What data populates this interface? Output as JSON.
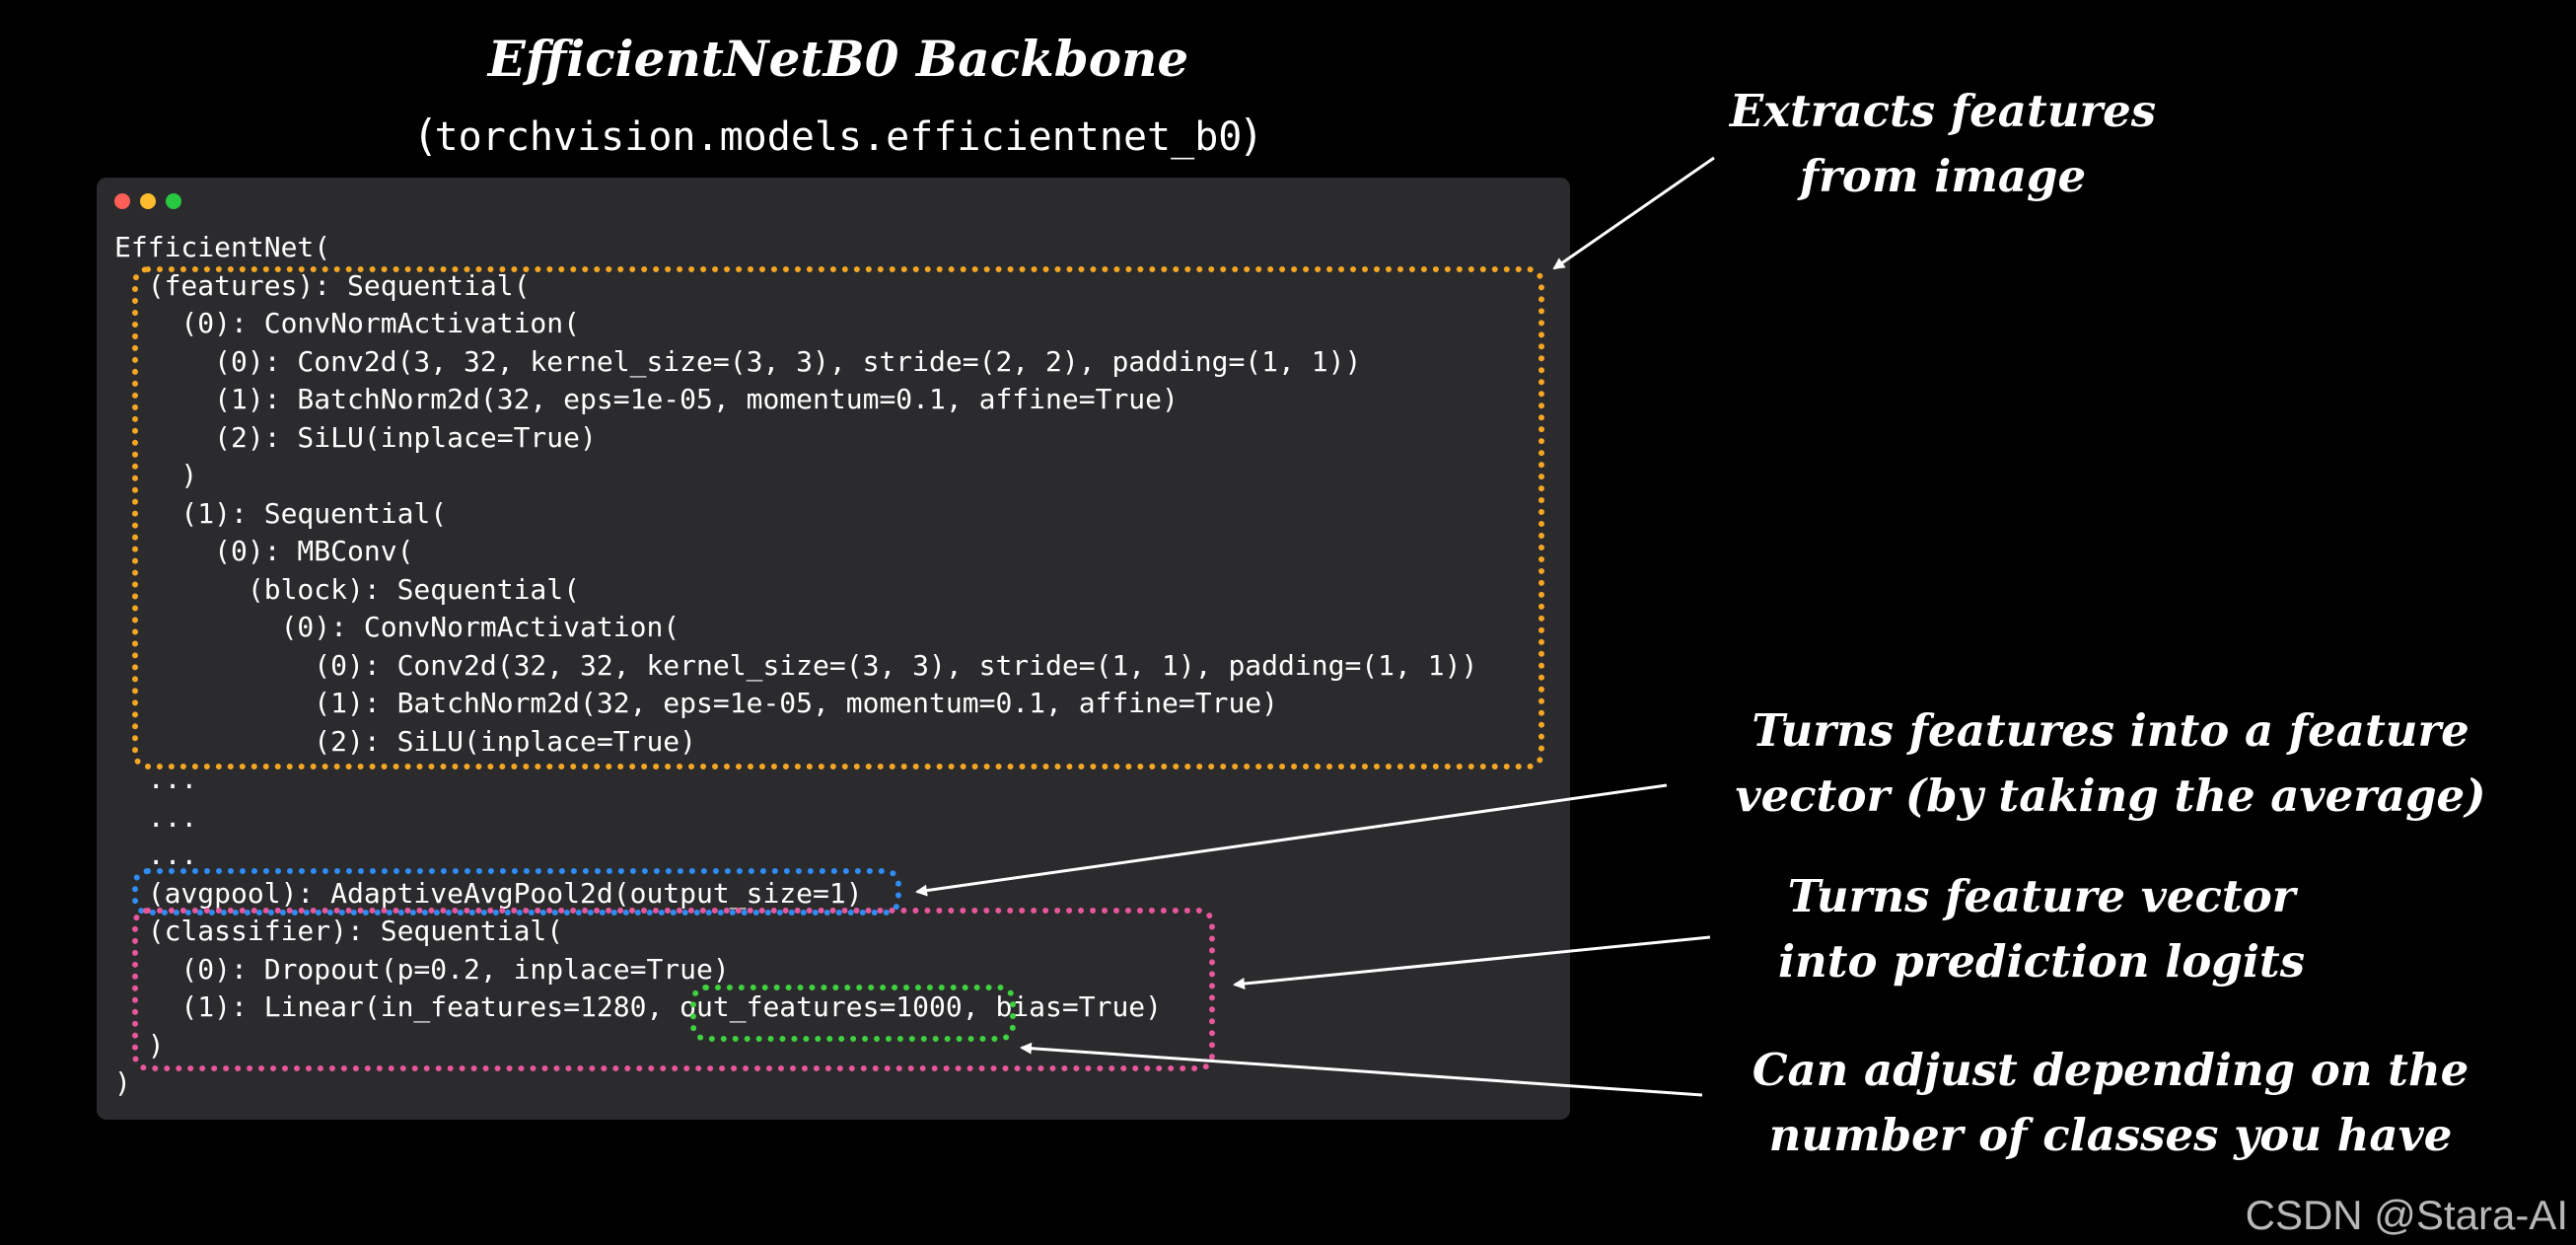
{
  "title": "EfficientNetB0 Backbone",
  "subtitle": {
    "open": "(",
    "module": "torchvision.models.efficientnet_b0",
    "close": ")"
  },
  "window_controls": [
    "#ff5f57",
    "#febc2e",
    "#28c840"
  ],
  "code_lines": [
    "EfficientNet(",
    "  (features): Sequential(",
    "    (0): ConvNormActivation(",
    "      (0): Conv2d(3, 32, kernel_size=(3, 3), stride=(2, 2), padding=(1, 1))",
    "      (1): BatchNorm2d(32, eps=1e-05, momentum=0.1, affine=True)",
    "      (2): SiLU(inplace=True)",
    "    )",
    "    (1): Sequential(",
    "      (0): MBConv(",
    "        (block): Sequential(",
    "          (0): ConvNormActivation(",
    "            (0): Conv2d(32, 32, kernel_size=(3, 3), stride=(1, 1), padding=(1, 1))",
    "            (1): BatchNorm2d(32, eps=1e-05, momentum=0.1, affine=True)",
    "            (2): SiLU(inplace=True)",
    "  ...",
    "  ...",
    "  ...",
    "  (avgpool): AdaptiveAvgPool2d(output_size=1)",
    "  (classifier): Sequential(",
    "    (0): Dropout(p=0.2, inplace=True)",
    "    (1): Linear(in_features=1280, out_features=1000, bias=True)",
    "  )",
    ")"
  ],
  "highlight_colors": {
    "features": "#f5a623",
    "avgpool": "#2f8df5",
    "classifier": "#e8579b",
    "out_features": "#3fd13f"
  },
  "annotations": {
    "features": [
      "Extracts features",
      "from image"
    ],
    "avgpool": [
      "Turns features into a feature",
      "vector (by taking the average)"
    ],
    "classifier": [
      "Turns feature vector",
      "into prediction logits"
    ],
    "out_features": [
      "Can adjust depending on the",
      "number of classes you have"
    ]
  },
  "watermark": "CSDN @Stara-AI"
}
